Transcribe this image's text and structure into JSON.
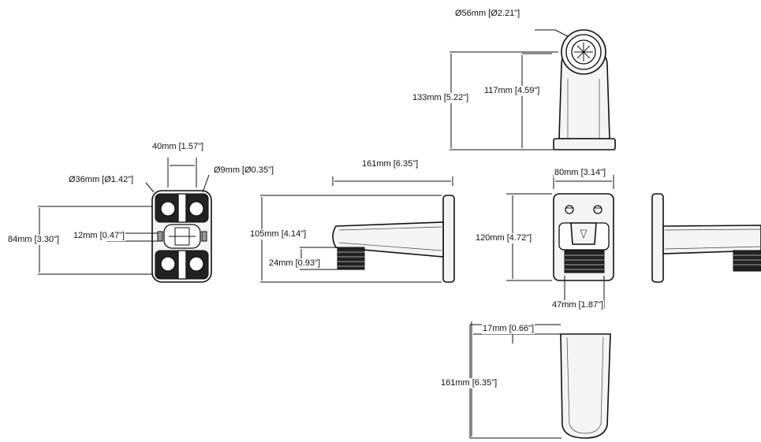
{
  "dimensions": {
    "pipe_diameter": "Ø56mm [Ø2.21\"]",
    "top_overall_height": "133mm [5.22\"]",
    "top_pipe_height": "117mm [4.59\"]",
    "hole_spacing": "40mm [1.57\"]",
    "outer_diameter": "Ø36mm [Ø1.42\"]",
    "hole_diameter": "Ø9mm [Ø0.35\"]",
    "base_height": "84mm [3.30\"]",
    "center_gap": "12mm [0.47\"]",
    "arm_length": "161mm [6.35\"]",
    "arm_height": "105mm [4.14\"]",
    "thread_height": "24mm [0.93\"]",
    "front_width": "80mm [3.14\"]",
    "front_height": "120mm [4.72\"]",
    "thread_width": "47mm [1.87\"]",
    "bottom_offset": "17mm [0.66\"]",
    "bottom_length": "161mm [6.35\"]"
  }
}
